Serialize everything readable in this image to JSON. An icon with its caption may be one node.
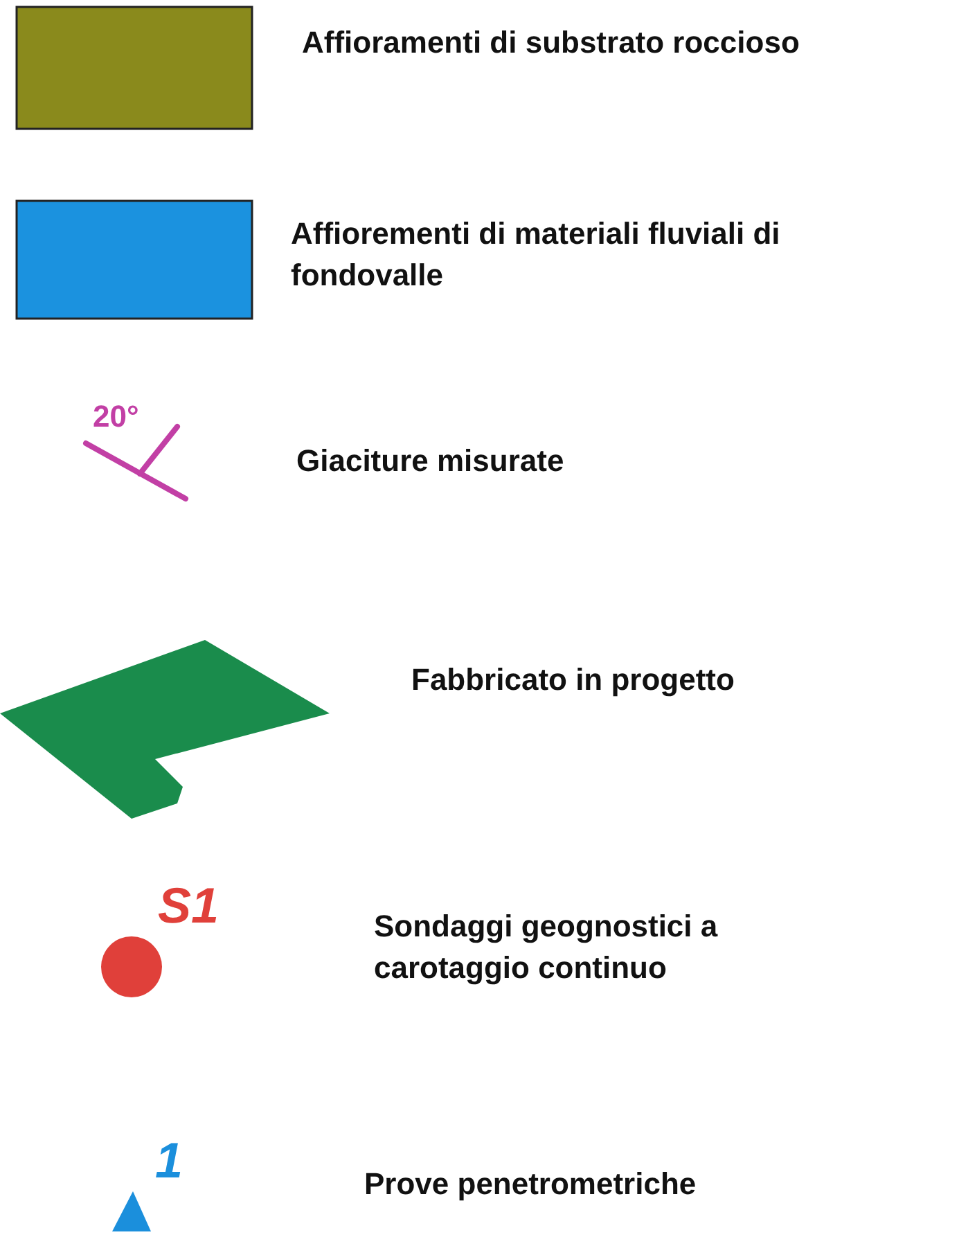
{
  "diagram": {
    "labels": [
      "20°",
      "S1",
      "1"
    ],
    "legend": [
      {
        "text": "Affioramenti di substrato roccioso",
        "color": "#8a8a1c"
      },
      {
        "text": "Affiorementi di materiali fluviali di fondovalle",
        "color": "#1b92df"
      },
      {
        "text": "Giaciture misurate"
      },
      {
        "text": "Fabbricato in progetto"
      },
      {
        "text": "Sondaggi geognostici a carotaggio continuo"
      },
      {
        "text": "Prove penetrometriche"
      }
    ]
  }
}
